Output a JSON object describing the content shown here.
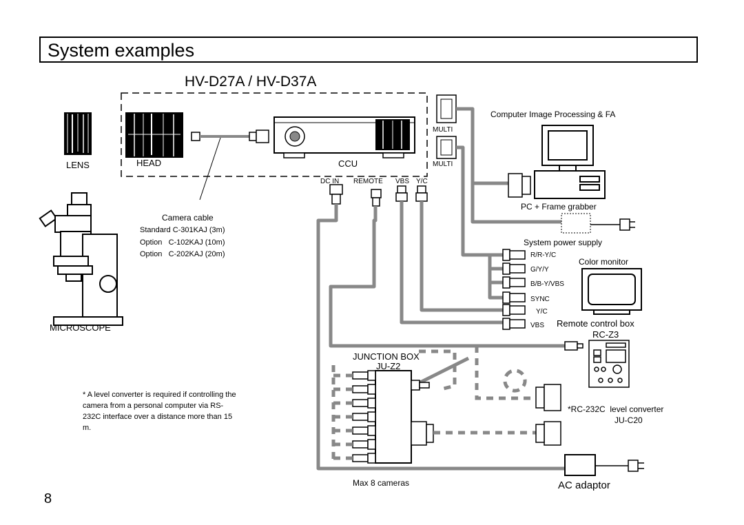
{
  "page_title": "System examples",
  "page_number": "8",
  "diagram": {
    "model_heading": "HV-D27A / HV-D37A",
    "labels": {
      "lens": "LENS",
      "head": "HEAD",
      "ccu": "CCU",
      "microscope": "MICROSCOPE",
      "camera_cable": "Camera cable",
      "cable_options": [
        "Standard C-301KAJ (3m)",
        "Option   C-102KAJ (10m)",
        "Option   C-202KAJ (20m)"
      ],
      "multi_1": "MULTI",
      "multi_2": "MULTI",
      "dc_in": "DC IN",
      "remote": "REMOTE",
      "vbs": "VBS",
      "yc": "Y/C",
      "computer": "Computer Image Processing & FA",
      "pc_grabber": "PC + Frame grabber",
      "system_power": "System power supply",
      "color_monitor": "Color monitor",
      "remote_box": "Remote control box",
      "rc_z3": "RC-Z3",
      "junction_box": "JUNCTION BOX",
      "ju_z2": "JU-Z2",
      "rs232_converter": "*RC-232C  level converter",
      "ju_c20": "JU-C20",
      "max_cameras": "Max 8 cameras",
      "ac_adaptor": "AC adaptor"
    },
    "signal_labels": [
      "R/R-Y/C",
      "G/Y/Y",
      "B/B-Y/VBS",
      "SYNC",
      "Y/C",
      "VBS"
    ],
    "footnote_lines": [
      "* A level converter is required if controlling the",
      "camera from a personal computer via RS-",
      "232C interface over a distance more than 15",
      "m."
    ]
  }
}
